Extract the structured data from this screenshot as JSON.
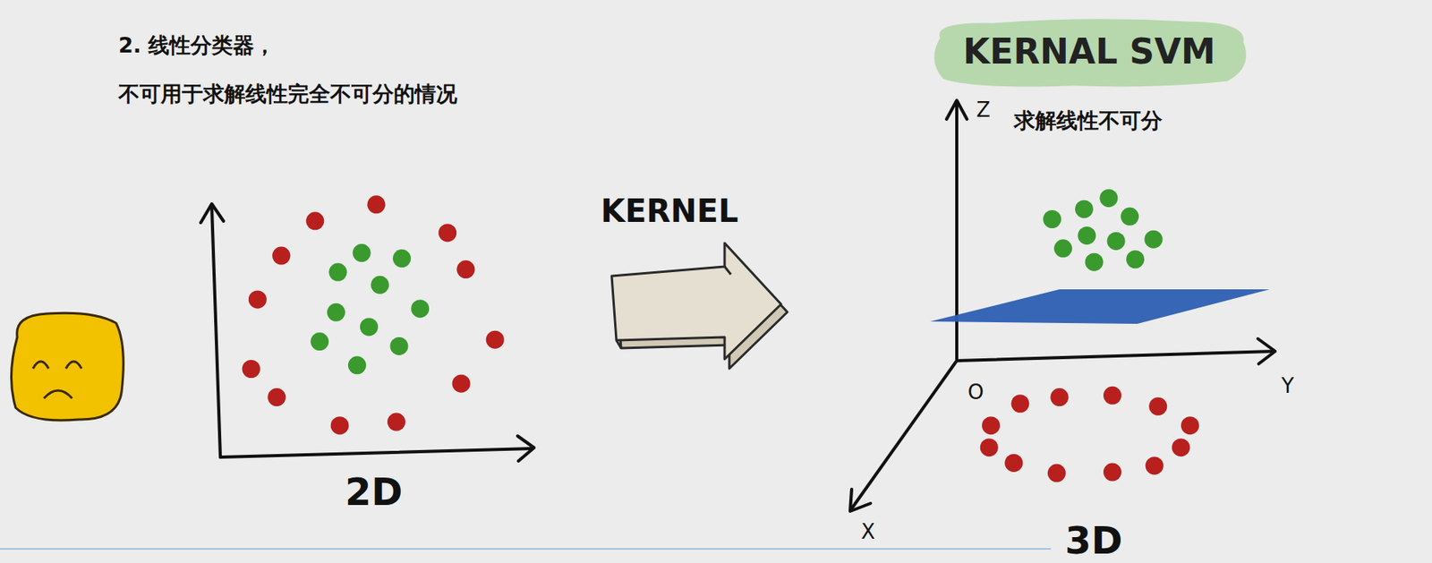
{
  "diagram": {
    "nodes": [
      {
        "text": [
          "KERNAL SVM"
        ]
      }
    ],
    "labels": [
      "2. 线性分类器，",
      "不可用于求解线性完全不可分的情况",
      "KERNEL",
      "Z",
      "求解线性不可分",
      "Y",
      "O",
      "X",
      "2D",
      "3D"
    ]
  }
}
